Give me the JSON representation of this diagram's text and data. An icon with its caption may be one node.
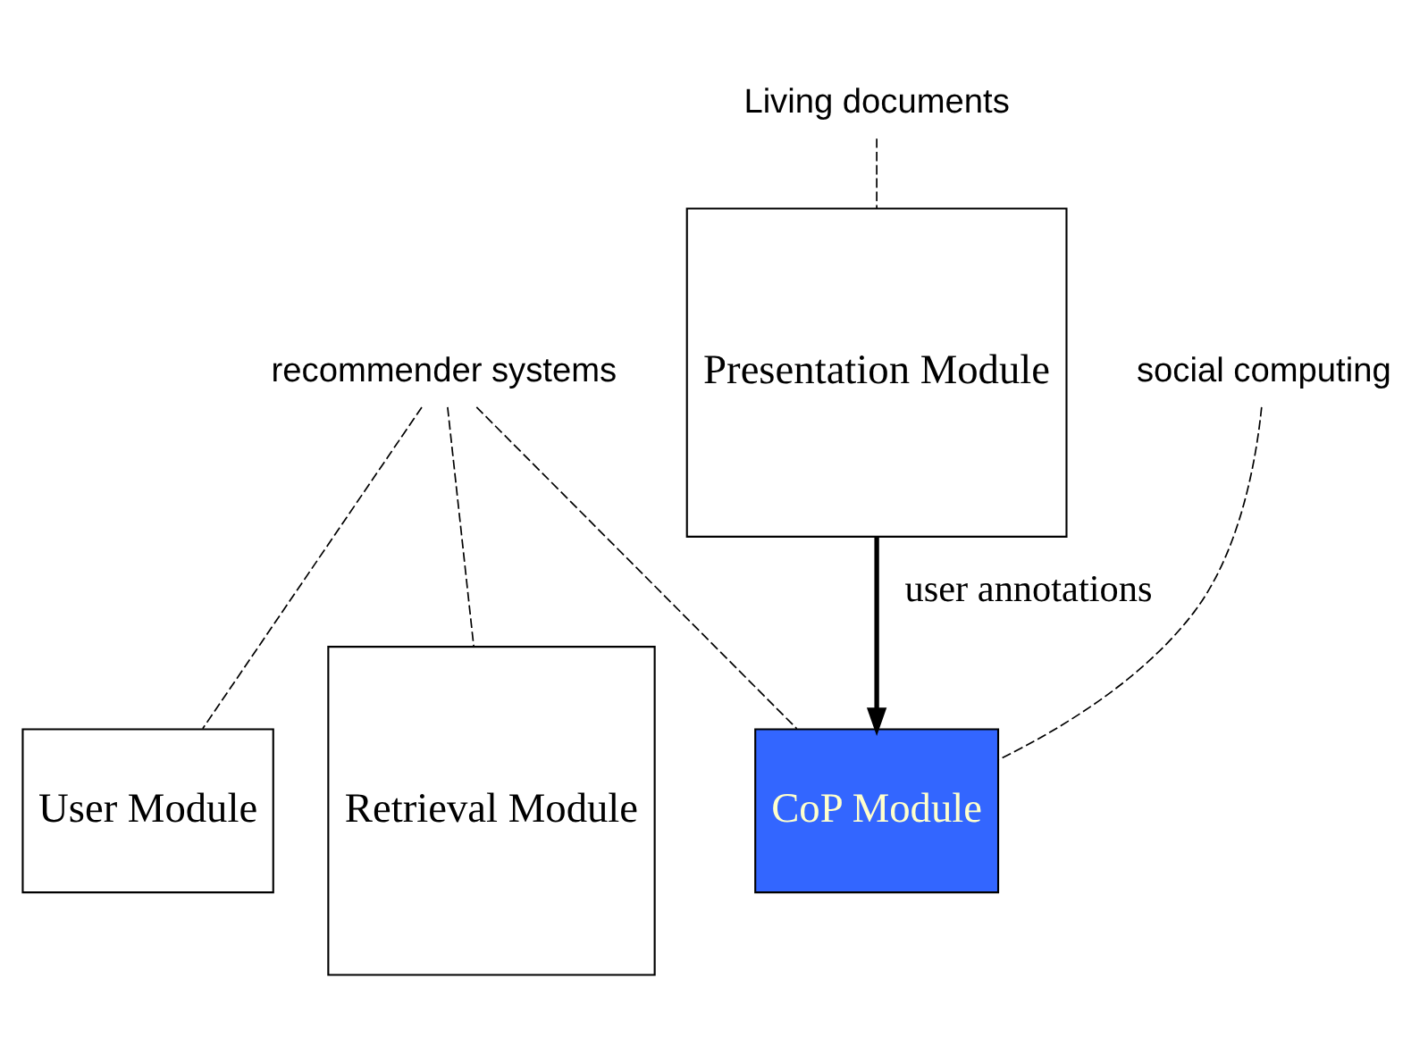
{
  "diagram": {
    "nodes": [
      {
        "text": [
          "User Module"
        ]
      },
      {
        "text": [
          "CoP Module"
        ]
      },
      {
        "text": [
          "Retrieval Module"
        ]
      },
      {
        "text": [
          "Presentation Module"
        ]
      },
      {
        "text": [
          "Living documents"
        ]
      },
      {
        "text": [
          "recommender systems"
        ]
      },
      {
        "text": [
          "social computing"
        ]
      }
    ],
    "edges": [
      {
        "from": 4,
        "to": 3,
        "arrow": "none",
        "style": "dashed"
      },
      {
        "from": 5,
        "to": 0,
        "arrow": "none",
        "style": "dashed"
      },
      {
        "from": 5,
        "to": 1,
        "arrow": "none",
        "style": "dashed"
      },
      {
        "from": 5,
        "to": 2,
        "arrow": "none",
        "style": "dashed"
      },
      {
        "from": 6,
        "to": 1,
        "arrow": "none",
        "style": "dashed"
      },
      {
        "from": 3,
        "to": 1,
        "arrow": "to",
        "style": "thick",
        "label": "user annotations"
      }
    ]
  }
}
